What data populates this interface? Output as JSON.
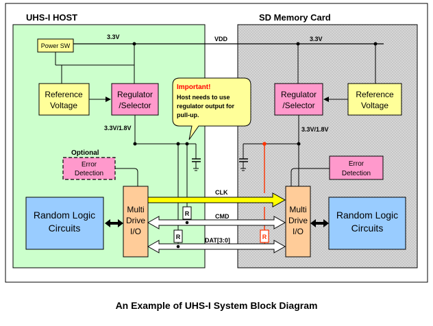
{
  "host": {
    "title": "UHS-I HOST",
    "power_sw": "Power SW",
    "vdd_label": "3.3V",
    "reference_voltage": [
      "Reference",
      "Voltage"
    ],
    "regulator": [
      "Regulator",
      "/Selector"
    ],
    "regulator_out_label": "3.3V/1.8V",
    "optional_label": "Optional",
    "error_detection": [
      "Error",
      "Detection"
    ],
    "random_logic": [
      "Random Logic",
      "Circuits"
    ],
    "multi_drive": [
      "Multi",
      "Drive",
      "I/O"
    ]
  },
  "card": {
    "title": "SD Memory Card",
    "vdd_label": "3.3V",
    "reference_voltage": [
      "Reference",
      "Voltage"
    ],
    "regulator": [
      "Regulator",
      "/Selector"
    ],
    "regulator_out_label": "3.3V/1.8V",
    "error_detection": [
      "Error",
      "Detection"
    ],
    "random_logic": [
      "Random Logic",
      "Circuits"
    ],
    "multi_drive": [
      "Multi",
      "Drive",
      "I/O"
    ]
  },
  "bus": {
    "vdd": "VDD",
    "clk": "CLK",
    "cmd": "CMD",
    "dat": "DAT[3:0]",
    "resistor": "R"
  },
  "callout": {
    "heading": "Important!",
    "lines": [
      "Host needs to use",
      "regulator output for",
      "pull-up."
    ]
  },
  "caption": "An Example of UHS-I System Block Diagram",
  "colors": {
    "host_bg": "#ccffcc",
    "card_bg": "#d9d9d9",
    "yellow_box": "#ffff99",
    "pink_box": "#ff99cc",
    "blue_box": "#99ccff",
    "orange_box": "#ffcc99",
    "clk_line": "#ffff00",
    "red_line": "#ff3300"
  }
}
